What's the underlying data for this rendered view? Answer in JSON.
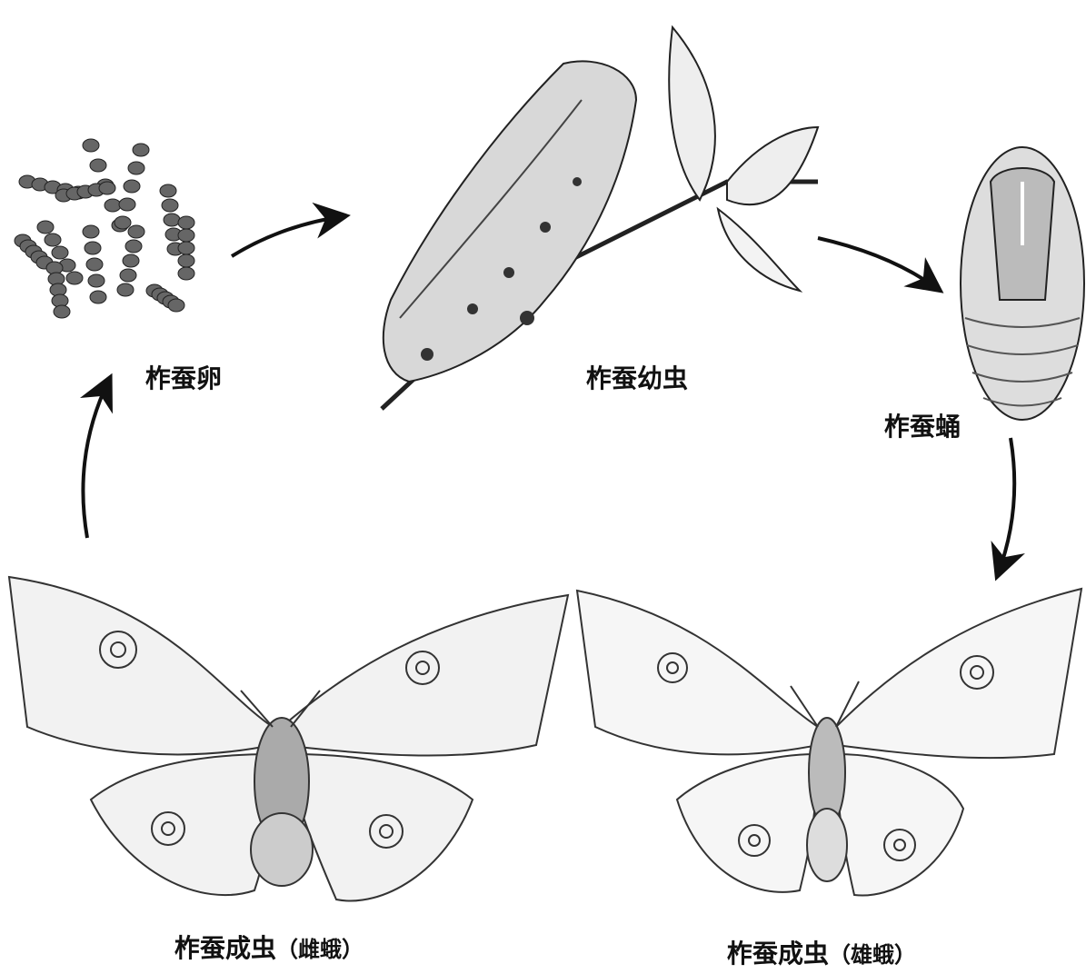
{
  "title": "柞蚕生活史",
  "stages": {
    "egg": "柞蚕卵",
    "larva": "柞蚕幼虫",
    "pupa": "柞蚕蛹",
    "adult_female": "柞蚕成虫",
    "adult_female_note": "（雌蛾）",
    "adult_male": "柞蚕成虫",
    "adult_male_note": "（雄蛾）"
  },
  "colors": {
    "ink": "#111111",
    "shade": "#555555",
    "paper": "#ffffff"
  }
}
